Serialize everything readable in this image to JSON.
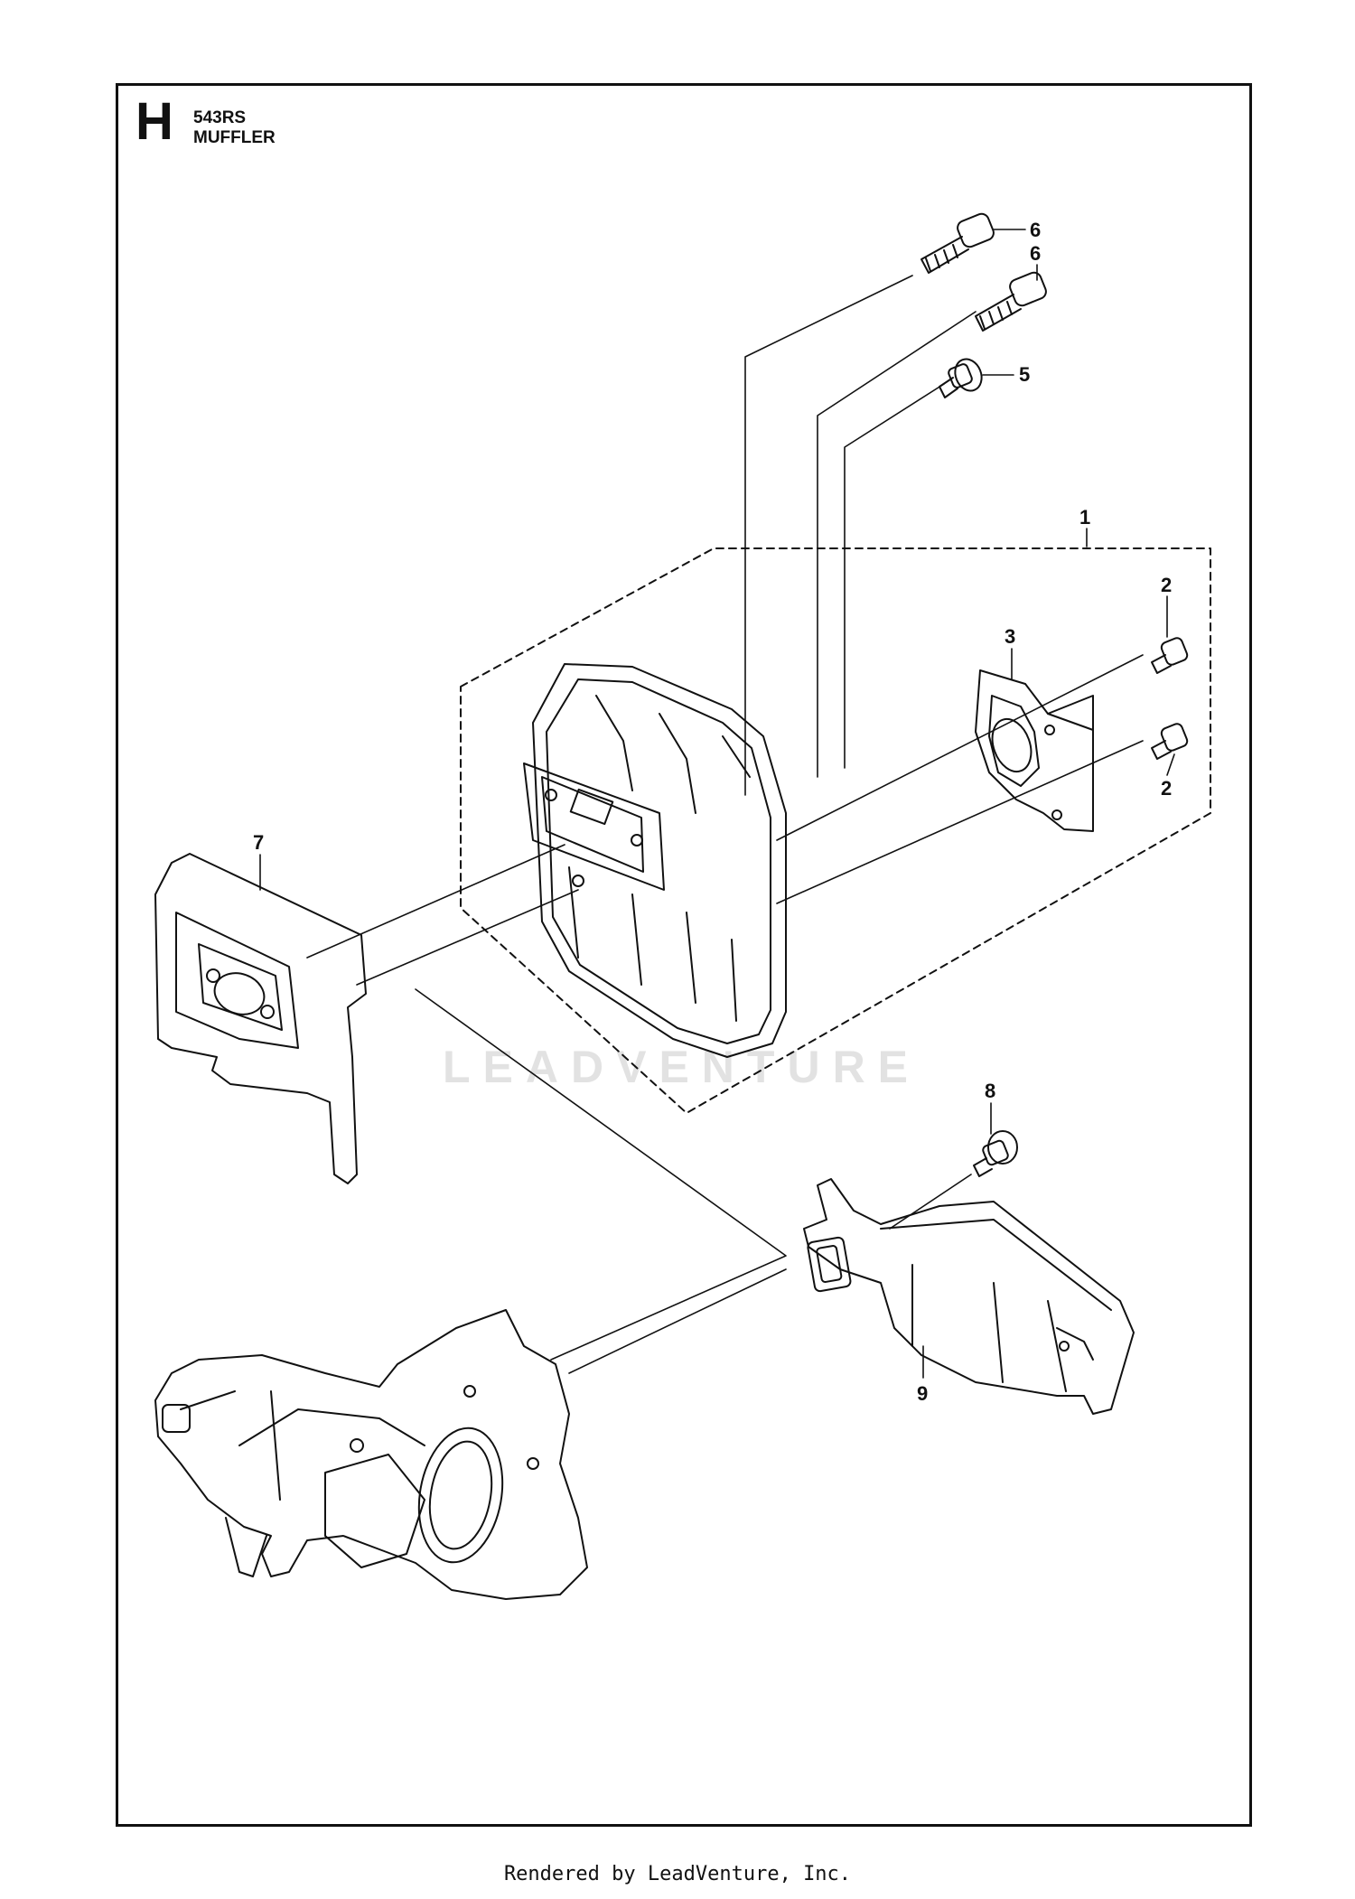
{
  "header": {
    "section_letter": "H",
    "model": "543RS",
    "assembly": "MUFFLER"
  },
  "callouts": [
    {
      "id": "callout-1",
      "label": "1"
    },
    {
      "id": "callout-2a",
      "label": "2"
    },
    {
      "id": "callout-2b",
      "label": "2"
    },
    {
      "id": "callout-3",
      "label": "3"
    },
    {
      "id": "callout-5",
      "label": "5"
    },
    {
      "id": "callout-6a",
      "label": "6"
    },
    {
      "id": "callout-6b",
      "label": "6"
    },
    {
      "id": "callout-7",
      "label": "7"
    },
    {
      "id": "callout-8",
      "label": "8"
    },
    {
      "id": "callout-9",
      "label": "9"
    }
  ],
  "watermark": "LEADVENTURE",
  "footer": "Rendered by LeadVenture, Inc."
}
